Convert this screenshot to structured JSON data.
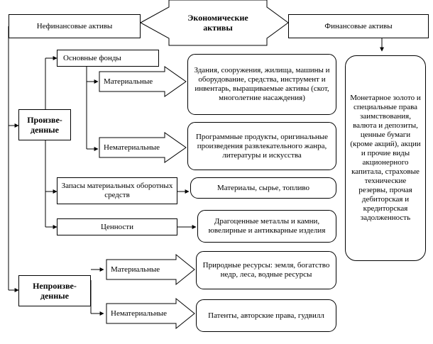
{
  "center": {
    "title_line1": "Экономические",
    "title_line2": "активы"
  },
  "nonfinancial": "Нефинансовые активы",
  "financial": "Финансовые активы",
  "financial_list": "Монетарное золото и специальные права заимствования, валюта и депозиты, ценные бумаги (кроме акций), акции и прочие виды акционерного капитала, страховые технические резервы, прочая дебиторская и кредиторская задолженность",
  "produced": "Произве-денные",
  "nonproduced": "Непроизве-денные",
  "fixed_assets": "Основные фонды",
  "material": "Материальные",
  "nonmaterial": "Нематериальные",
  "material_desc": "Здания, сооружения, жилища, машины и оборудование, средства, инструмент и инвентарь, выращиваемые активы (скот, многолетние насаждения)",
  "nonmaterial_desc": "Программные продукты, оригинальные произведения развлекательного жанра, литературы и искусства",
  "inventories": "Запасы материальных оборотных средств",
  "inventories_desc": "Материалы, сырье, топливо",
  "valuables": "Ценности",
  "valuables_desc": "Драгоценные металлы и камни, ювелирные и антикварные изделия",
  "np_material": "Материальные",
  "np_material_desc": "Природные ресурсы: земля, богатство недр, леса, водные ресурсы",
  "np_nonmaterial": "Нематериальные",
  "np_nonmaterial_desc": "Патенты, авторские права, гудвилл"
}
